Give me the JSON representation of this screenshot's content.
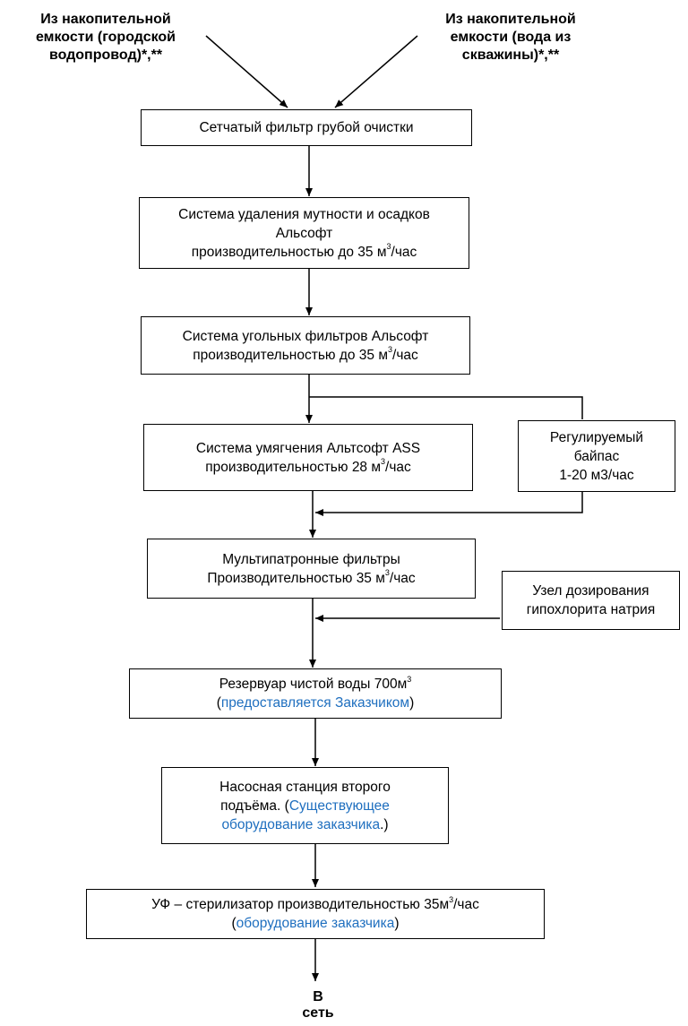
{
  "sources": {
    "left": [
      "Из накопительной",
      "емкости (городской",
      "водопровод)*,**"
    ],
    "right": [
      "Из накопительной",
      "емкости (вода из",
      "скважины)*,**"
    ]
  },
  "steps": {
    "strainer": "Сетчатый фильтр грубой очистки",
    "turbidity": {
      "line1": "Система удаления мутности и осадков",
      "line2": "Альсофт",
      "line3": "производительностью до 35 м",
      "sup": "3",
      "unit": "/час"
    },
    "carbon": {
      "line1": "Система угольных фильтров Альсофт",
      "line2": "производительностью до 35 м",
      "sup": "3",
      "unit": "/час"
    },
    "softening": {
      "line1": "Система умягчения Альтсофт ASS",
      "line2": "производительностью 28 м",
      "sup": "3",
      "unit": "/час"
    },
    "bypass": [
      "Регулируемый",
      "байпас",
      "1-20 м3/час"
    ],
    "multicartridge": {
      "line1": "Мультипатронные фильтры",
      "line2": "Производительностью 35 м",
      "sup": "3",
      "unit": "/час"
    },
    "dosing": [
      "Узел дозирования",
      "гипохлорита натрия"
    ],
    "reservoir": {
      "line1": "Резервуар чистой воды 700м",
      "sup": "3",
      "paren_open": "(",
      "note": "предоставляется Заказчиком",
      "paren_close": ")"
    },
    "pump": {
      "line1": "Насосная станция второго",
      "line2_a": "подъёма. (",
      "line2_blue": "Существующее",
      "line3_blue": "оборудование заказчика",
      "line3_tail": ".)"
    },
    "uv": {
      "line1_a": "УФ – стерилизатор производительностью 35м",
      "sup": "3",
      "unit": "/час",
      "paren_open": "(",
      "note": "оборудование заказчика",
      "paren_close": ")"
    }
  },
  "output": "В сеть",
  "colors": {
    "note": "#1f6fbf",
    "line": "#000000"
  }
}
